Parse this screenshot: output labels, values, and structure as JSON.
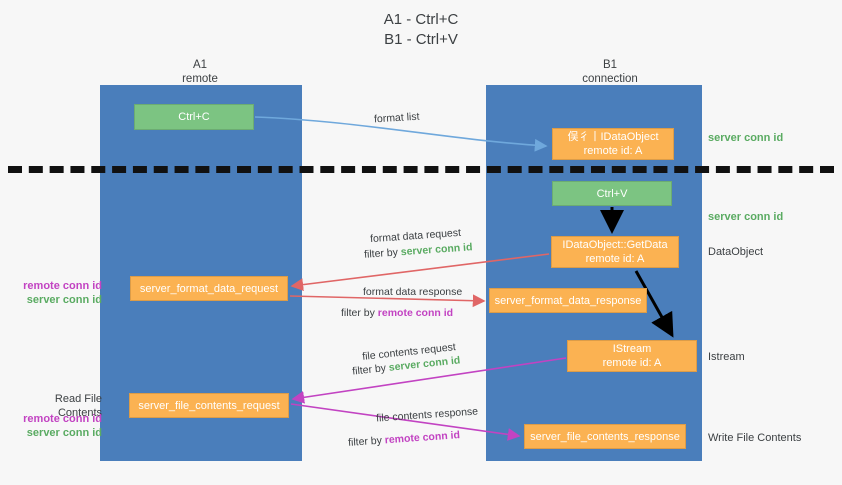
{
  "title": {
    "line1": "A1 - Ctrl+C",
    "line2": "B1 - Ctrl+V"
  },
  "lanes": {
    "a": {
      "name": "A1",
      "role": "remote",
      "color": "#4a7ebb"
    },
    "b": {
      "name": "B1",
      "role": "connection",
      "color": "#4a7ebb"
    }
  },
  "colors": {
    "lane": "#4a7ebb",
    "green_box": "#7cc482",
    "orange_box": "#fbb252",
    "server_conn_id": "#5aab62",
    "remote_conn_id": "#c243c2",
    "arrow_blue": "#6fa8dc",
    "arrow_red": "#e06666",
    "arrow_magenta": "#c243c2",
    "arrow_black": "#000000",
    "background": "#f7f7f7"
  },
  "boxes": {
    "ctrl_c": {
      "label": "Ctrl+C",
      "style": "green"
    },
    "idataobject": {
      "label": "俣彳丨IDataObject",
      "sub": "remote id: A",
      "style": "orange"
    },
    "ctrl_v": {
      "label": "Ctrl+V",
      "style": "green"
    },
    "getdata": {
      "label": "IDataObject::GetData",
      "sub": "remote id: A",
      "style": "orange"
    },
    "istream": {
      "label": "IStream",
      "sub": "remote id: A",
      "style": "orange"
    },
    "server_format_data_request": {
      "label": "server_format_data_request",
      "style": "orange"
    },
    "server_format_data_response": {
      "label": "server_format_data_response",
      "style": "orange"
    },
    "server_file_contents_request": {
      "label": "server_file_contents_request",
      "style": "orange"
    },
    "server_file_contents_response": {
      "label": "server_file_contents_response",
      "style": "orange"
    }
  },
  "side_labels": {
    "server_conn_id_top": "server conn id",
    "server_conn_id_mid": "server conn id",
    "dataobject": "DataObject",
    "istream": "Istream",
    "write_file_contents": "Write File Contents",
    "read_file_contents": "Read File Contents",
    "remote_conn_id": "remote conn id",
    "server_conn_id": "server conn id"
  },
  "annotations": {
    "format_list": "format list",
    "format_data_request": "format data request",
    "filter_by": "filter by",
    "filter_server_conn_id": "server conn id",
    "filter_remote_conn_id": "remote conn id",
    "format_data_response": "format data response",
    "file_contents_request": "file contents request",
    "file_contents_response": "file contents response"
  }
}
